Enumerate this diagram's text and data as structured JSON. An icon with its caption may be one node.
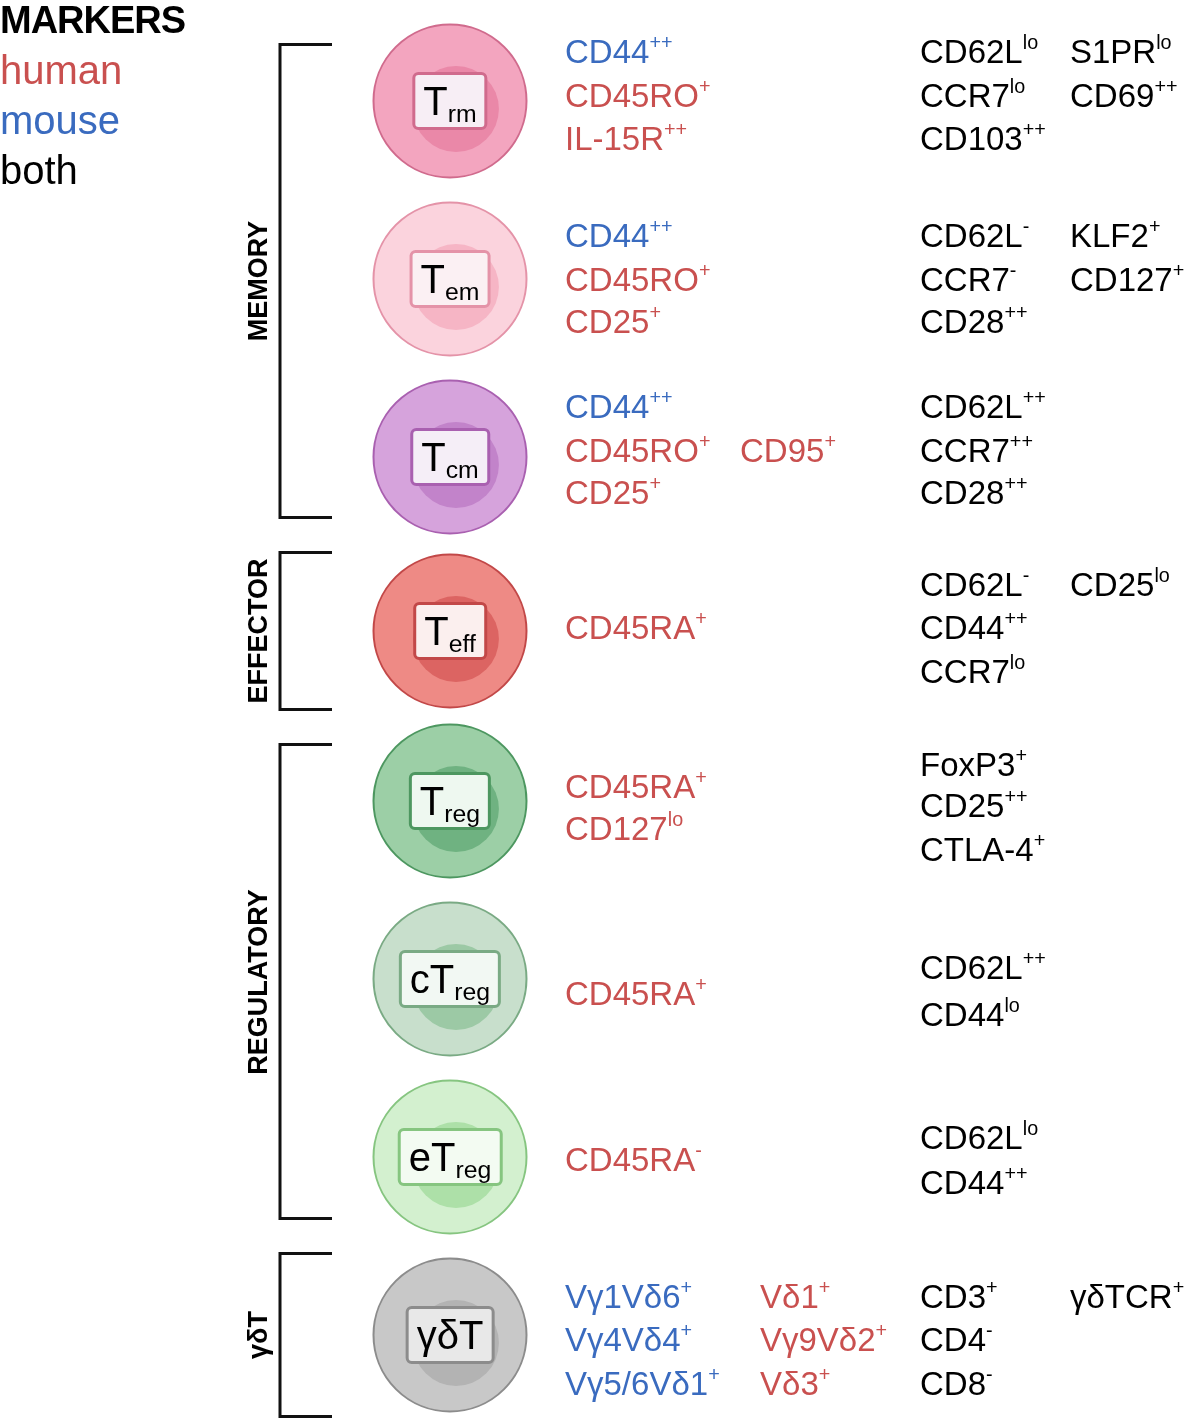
{
  "diagram": {
    "title": "MARKERS",
    "nodes": [
      {
        "text": [
          "MEMORY"
        ]
      },
      {
        "text": [
          "T$_{rm}$"
        ],
        "in": 0
      },
      {
        "text": [
          "T$_{em}$"
        ],
        "in": 0
      },
      {
        "text": [
          "T$_{cm}$"
        ],
        "in": 0
      },
      {
        "text": [
          "EFFECTOR"
        ]
      },
      {
        "text": [
          "T$_{eff}$"
        ],
        "in": 4
      },
      {
        "text": [
          "REGULATORY"
        ]
      },
      {
        "text": [
          "T$_{reg}$"
        ],
        "in": 6
      },
      {
        "text": [
          "cT$_{reg}$"
        ],
        "in": 6
      },
      {
        "text": [
          "eT$_{reg}$"
        ],
        "in": 6
      },
      {
        "text": [
          "γδT"
        ]
      },
      {
        "text": [
          "γδT"
        ],
        "in": 10
      }
    ],
    "labels": [
      "CD44$^{++}$",
      "CD62L$^{lo}$",
      "S1PR$^{lo}$",
      "CD45RO$^{+}$",
      "CCR7$^{lo}$",
      "CD69$^{++}$",
      "IL-15R$^{++}$",
      "CD103$^{++}$",
      "CD44$^{++}$",
      "CD62L$^{-}$",
      "KLF2$^{+}$",
      "CD45RO$^{+}$",
      "CCR7$^{-}$",
      "CD127$^{+}$",
      "CD25$^{+}$",
      "CD28$^{++}$",
      "CD44$^{++}$",
      "CD62L$^{++}$",
      "CD45RO$^{+}$",
      "CD95$^{+}$",
      "CCR7$^{++}$",
      "CD25$^{+}$",
      "CD28$^{++}$",
      "CD62L$^{-}$",
      "CD25$^{lo}$",
      "CD45RA$^{+}$",
      "CD44$^{++}$",
      "CCR7$^{lo}$",
      "FoxP3$^{+}$",
      "CD45RA$^{+}$",
      "CD25$^{++}$",
      "CD127$^{lo}$",
      "CTLA-4$^{+}$",
      "CD62L$^{++}$",
      "CD45RA$^{+}$",
      "CD44$^{lo}$",
      "CD62L$^{lo}$",
      "CD45RA$^{-}$",
      "CD44$^{++}$",
      "Vγ1Vδ6$^{+}$",
      "Vδ1$^{+}$",
      "CD3$^{+}$",
      "γδTCR$^{+}$",
      "Vγ4Vδ4$^{+}$",
      "Vγ9Vδ2$^{+}$",
      "CD4$^{-}$",
      "Vγ5/6Vδ1$^{+}$",
      "Vδ3$^{+}$",
      "CD8$^{-}$"
    ],
    "legend": [
      {
        "text": "human",
        "color": "#c9504f"
      },
      {
        "text": "mouse",
        "color": "#3a6bbf"
      },
      {
        "text": "both",
        "color": "#000000"
      }
    ]
  }
}
